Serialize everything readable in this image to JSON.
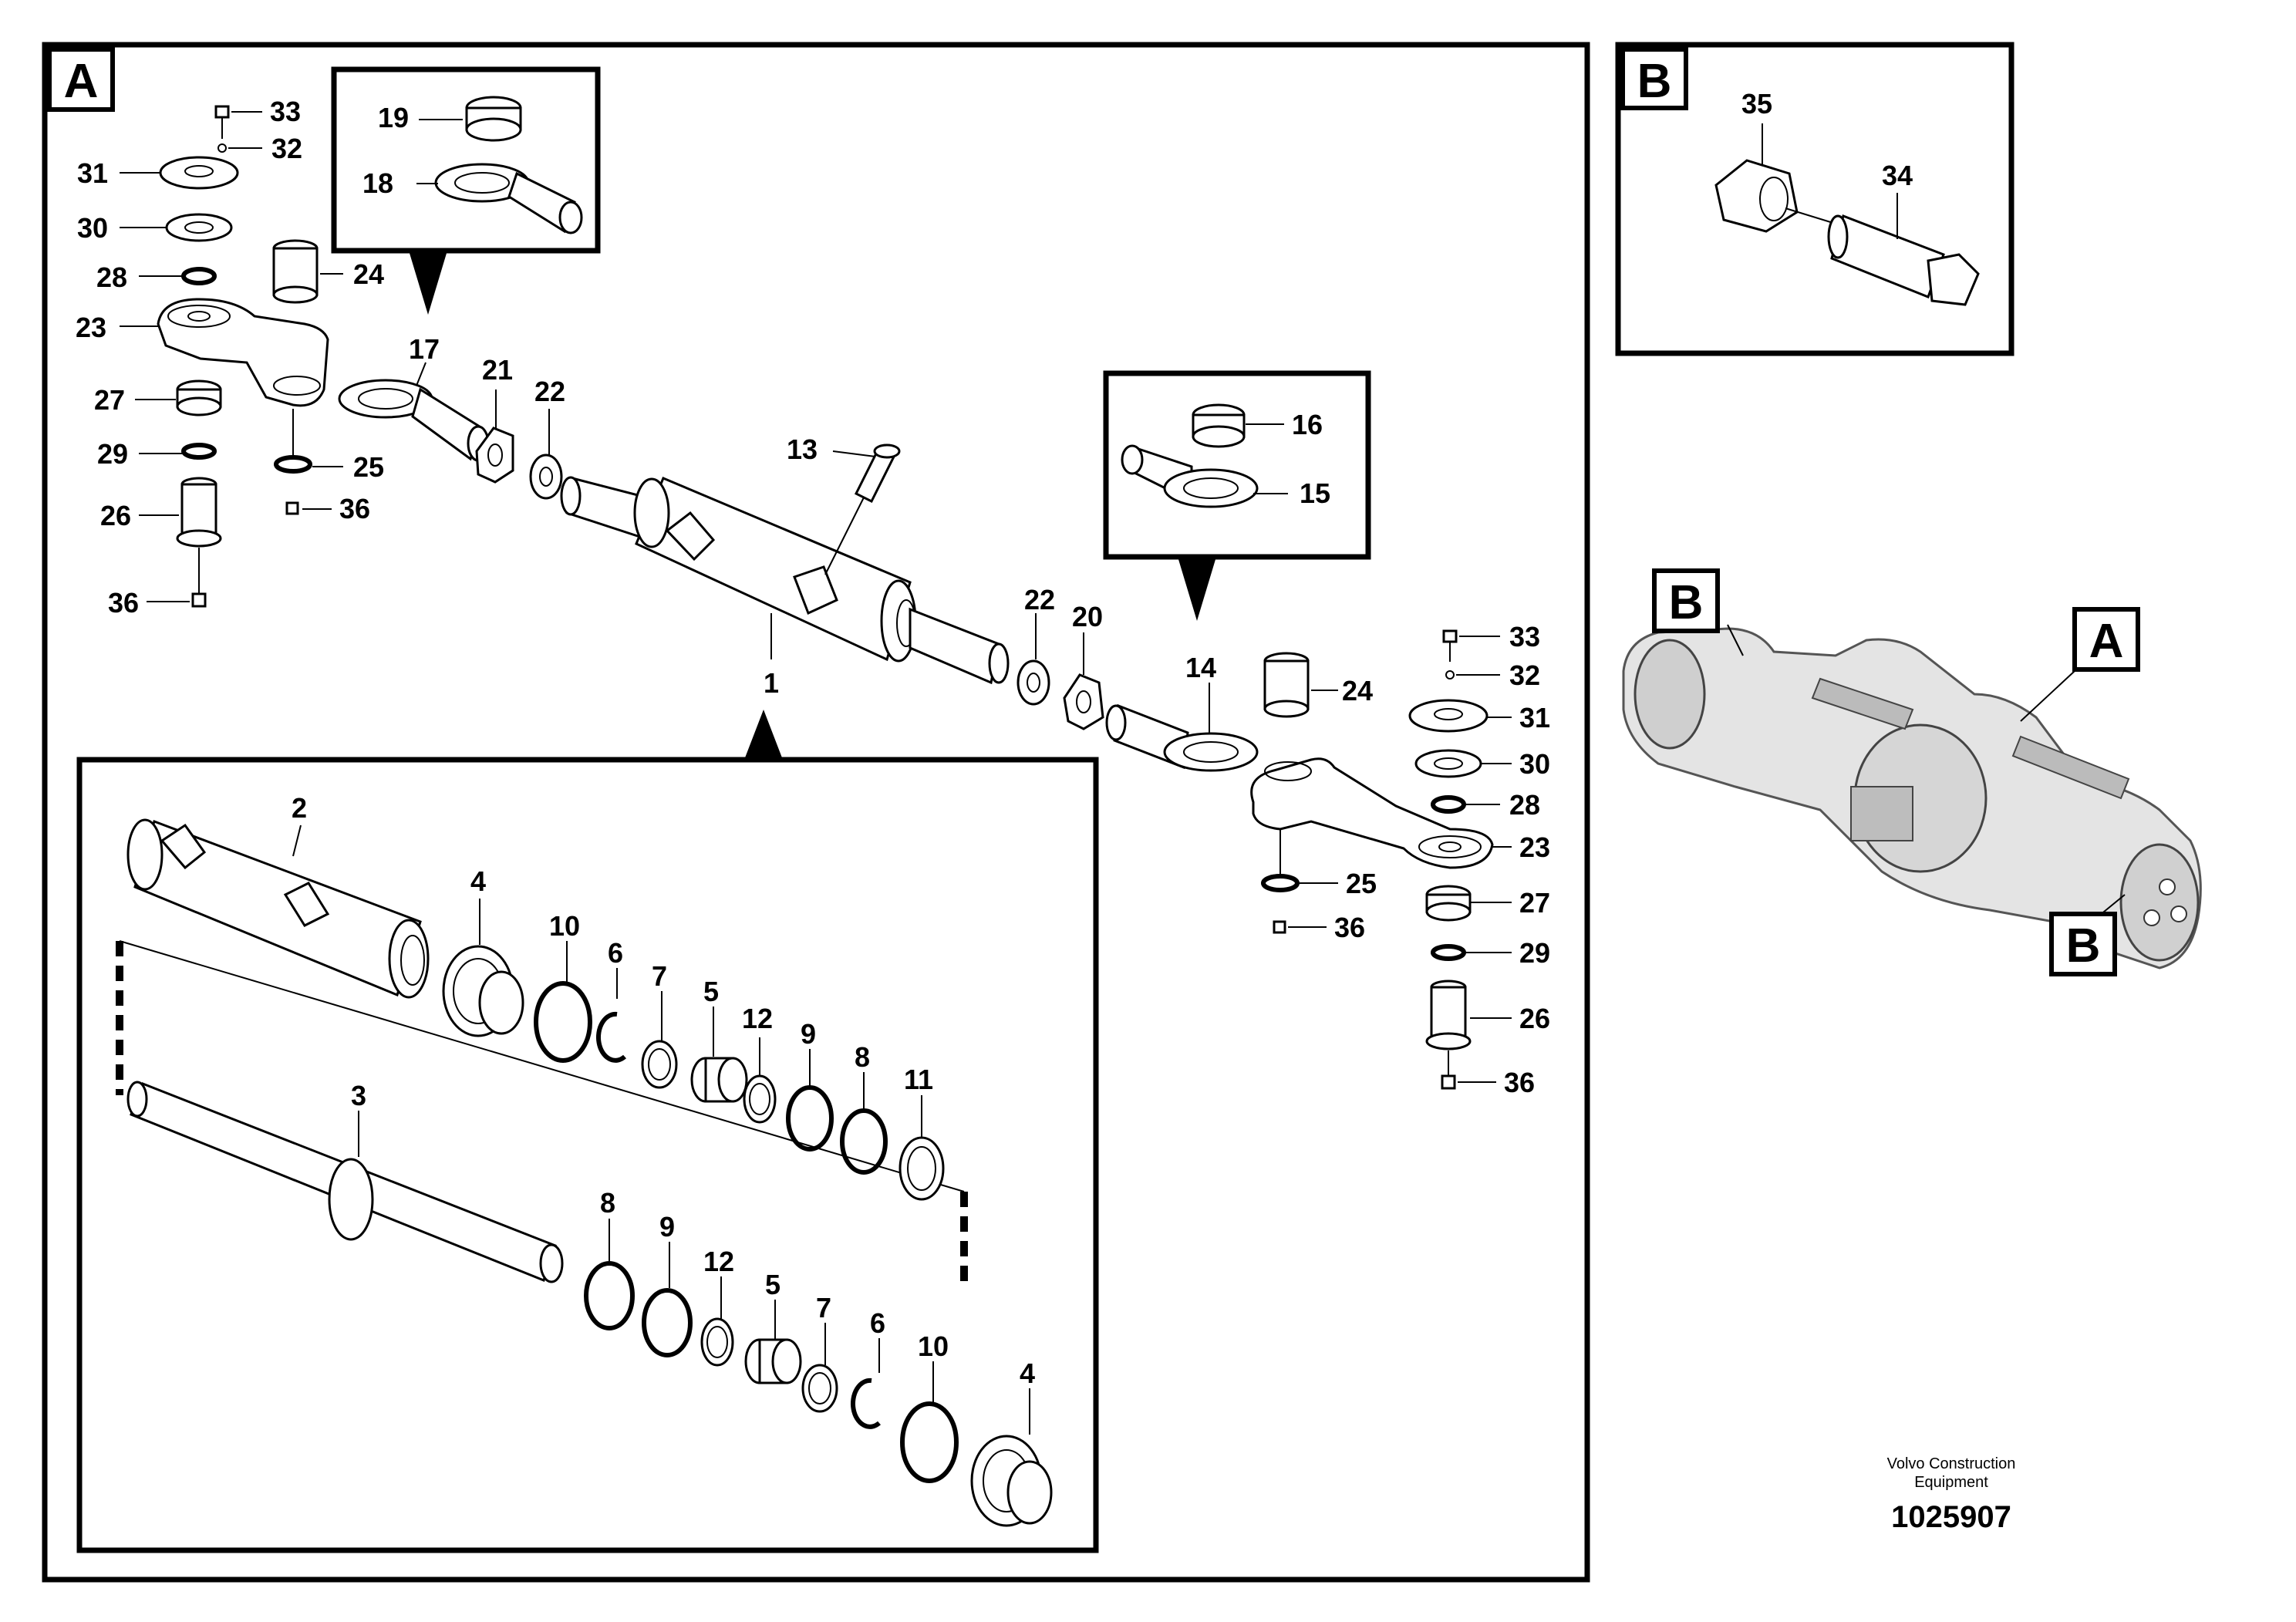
{
  "views": {
    "a": "A",
    "b": "B"
  },
  "labels": {
    "p1": "1",
    "p2": "2",
    "p3": "3",
    "p4a": "4",
    "p4b": "4",
    "p5a": "5",
    "p5b": "5",
    "p6a": "6",
    "p6b": "6",
    "p7a": "7",
    "p7b": "7",
    "p8a": "8",
    "p8b": "8",
    "p9a": "9",
    "p9b": "9",
    "p10a": "10",
    "p10b": "10",
    "p11": "11",
    "p12a": "12",
    "p12b": "12",
    "p13": "13",
    "p14": "14",
    "p15": "15",
    "p16": "16",
    "p17": "17",
    "p18": "18",
    "p19": "19",
    "p20": "20",
    "p21": "21",
    "p22a": "22",
    "p22b": "22",
    "p23a": "23",
    "p23b": "23",
    "p24a": "24",
    "p24b": "24",
    "p25a": "25",
    "p25b": "25",
    "p26a": "26",
    "p26b": "26",
    "p27a": "27",
    "p27b": "27",
    "p28a": "28",
    "p28b": "28",
    "p29a": "29",
    "p29b": "29",
    "p30a": "30",
    "p30b": "30",
    "p31a": "31",
    "p31b": "31",
    "p32a": "32",
    "p32b": "32",
    "p33a": "33",
    "p33b": "33",
    "p34": "34",
    "p35": "35",
    "p36a": "36",
    "p36b": "36",
    "p36c": "36",
    "p36d": "36"
  },
  "footer": {
    "company_line1": "Volvo Construction",
    "company_line2": "Equipment",
    "drawing_number": "1025907"
  }
}
